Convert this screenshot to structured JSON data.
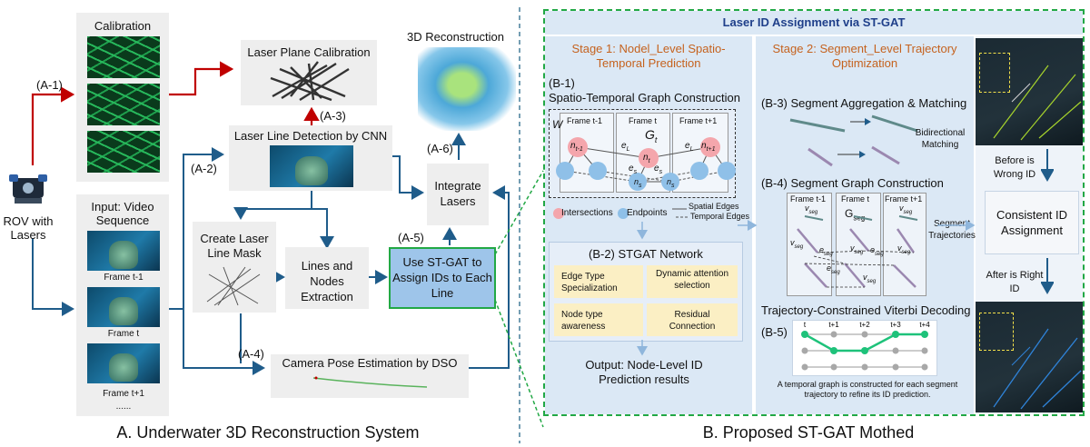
{
  "left": {
    "rov_label": "ROV with Lasers",
    "calibration_title": "Calibration",
    "input_title": "Input: Video Sequence",
    "frames": [
      "Frame t-1",
      "Frame t",
      "Frame t+1"
    ],
    "ellipsis": "......",
    "tags": {
      "a1": "(A-1)",
      "a2": "(A-2)",
      "a3": "(A-3)",
      "a4": "(A-4)",
      "a5": "(A-5)",
      "a6": "(A-6)"
    },
    "laser_plane": "Laser Plane Calibration",
    "recon_title": "3D Reconstruction",
    "laser_line_detect": "Laser Line Detection by CNN",
    "integrate": "Integrate Lasers",
    "mask": "Create Laser Line Mask",
    "lines_nodes": "Lines and Nodes Extraction",
    "stgat_assign": "Use ST-GAT to Assign IDs to Each Line",
    "camera_pose": "Camera Pose Estimation by DSO",
    "caption": "A. Underwater 3D Reconstruction System"
  },
  "right": {
    "title": "Laser ID Assignment via ST-GAT",
    "stage1": "Stage 1: Nodel_Level Spatio-Temporal Prediction",
    "stage2": "Stage 2: Segment_Level Trajectory Optimization",
    "b1_tag": "(B-1)",
    "b1_title": "Spatio-Temporal Graph Construction",
    "w": "W",
    "g_t": "G",
    "g_t_sub": "t",
    "frames": [
      "Frame t-1",
      "Frame t",
      "Frame t+1"
    ],
    "edge_labels": {
      "eL": "e",
      "eL_sub": "L",
      "es": "e",
      "es_sub": "s",
      "ns": "n",
      "ns_sub": "s"
    },
    "nodes": {
      "n_prev": "n",
      "n_prev_sub": "t-1",
      "n_cur": "n",
      "n_cur_sub": "t",
      "n_next": "n",
      "n_next_sub": "t+1"
    },
    "legend": {
      "intersections": "Intersections",
      "endpoints": "Endpoints",
      "spatial": "Spatial Edges",
      "temporal": "Temporal Edges"
    },
    "b2_title": "(B-2) STGAT Network",
    "b2_items": [
      "Edge Type Specialization",
      "Dynamic attention selection",
      "Node type awareness",
      "Residual Connection"
    ],
    "output": "Output: Node-Level ID Prediction results",
    "b3_title": "(B-3) Segment Aggregation & Matching",
    "bidirectional": "Bidirectional Matching",
    "b4_title": "(B-4) Segment Graph Construction",
    "g_seg": "G",
    "g_seg_sub": "seg",
    "v_seg": "v",
    "e_seg": "e",
    "seg_sub": "seg",
    "segment_traj": "Segment Trajectories",
    "viterbi_title": "Trajectory-Constrained Viterbi Decoding",
    "b5_tag": "(B-5)",
    "time_labels": [
      "t",
      "t+1",
      "t+2",
      "t+3",
      "t+4"
    ],
    "viterbi_note": "A temporal graph is constructed for each segment trajectory to refine its ID prediction.",
    "before": "Before is Wrong ID",
    "consistent": "Consistent ID Assignment",
    "after": "After is Right ID",
    "caption": "B. Proposed ST-GAT Mothed"
  },
  "colors": {
    "red_arrow": "#c00000",
    "blue_arrow": "#1f5c8a",
    "green_border": "#22a845",
    "panel_blue": "#dbe8f5",
    "tag_yellow": "#fbefc4",
    "title_blue": "#1f3f8a",
    "stage_orange": "#c5621e"
  }
}
